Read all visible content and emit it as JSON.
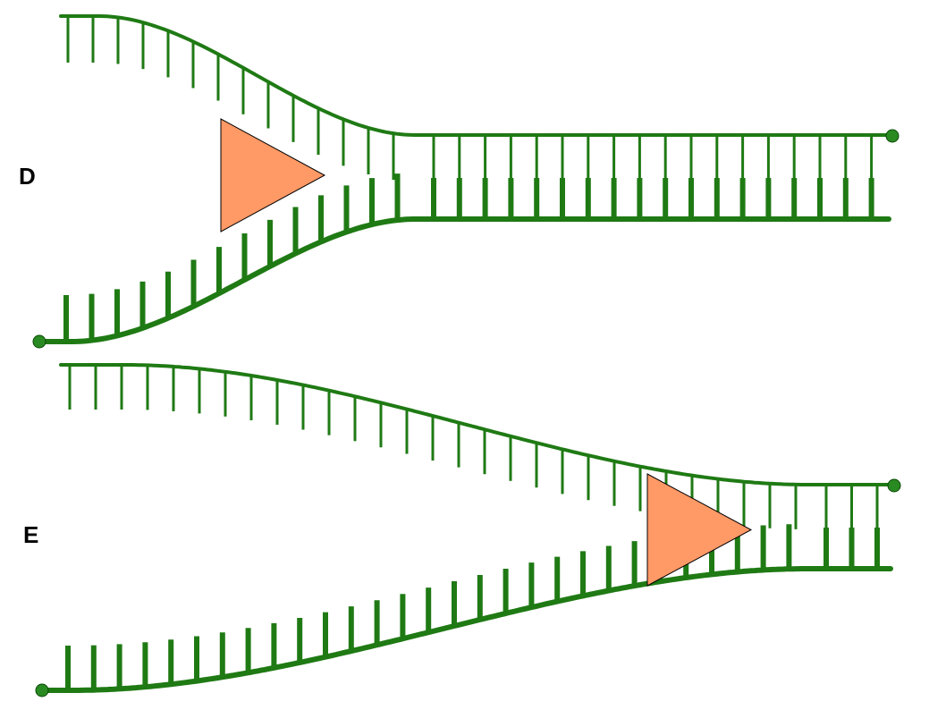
{
  "panels": [
    {
      "label": "D"
    },
    {
      "label": "E"
    }
  ],
  "colors": {
    "strand": "#1f7a14",
    "strand_dark": "#0f6008",
    "end_dot": "#2a8a22",
    "end_dot_stroke": "#0a4a06",
    "enzyme": "#ff9966",
    "enzyme_stroke": "#000000",
    "background": "#ffffff"
  },
  "icons": {
    "enzyme": "triangle-pointing-right",
    "strand_end": "circle-dot"
  }
}
